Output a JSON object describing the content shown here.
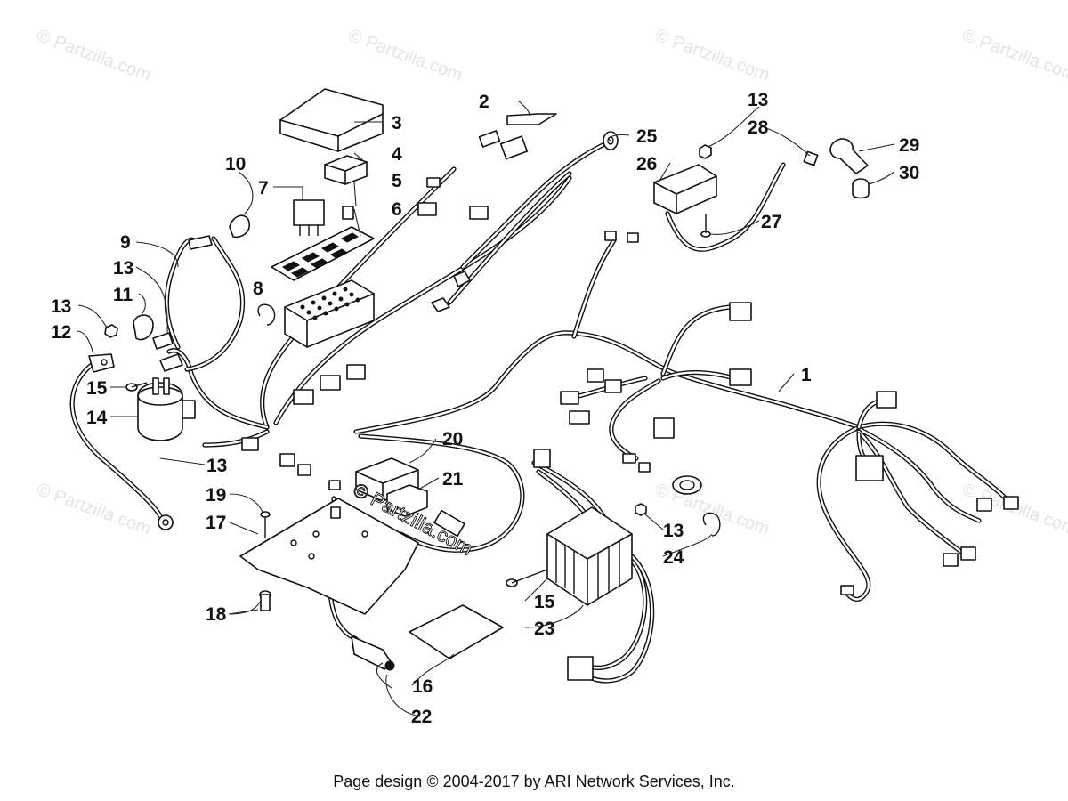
{
  "watermark": "© Partzilla.com",
  "center_watermark": "© Partzilla.com",
  "footer": "Page design © 2004-2017 by ARI Network Services, Inc.",
  "callouts": {
    "n1": "1",
    "n2": "2",
    "n3": "3",
    "n4": "4",
    "n5": "5",
    "n6": "6",
    "n7": "7",
    "n8": "8",
    "n9": "9",
    "n10": "10",
    "n11": "11",
    "n12": "12",
    "n13a": "13",
    "n13b": "13",
    "n13c": "13",
    "n13d": "13",
    "n13e": "13",
    "n14": "14",
    "n15a": "15",
    "n15b": "15",
    "n16": "16",
    "n17": "17",
    "n18": "18",
    "n19": "19",
    "n20": "20",
    "n21": "21",
    "n22": "22",
    "n23": "23",
    "n24": "24",
    "n25": "25",
    "n26": "26",
    "n27": "27",
    "n28": "28",
    "n29": "29",
    "n30": "30"
  }
}
